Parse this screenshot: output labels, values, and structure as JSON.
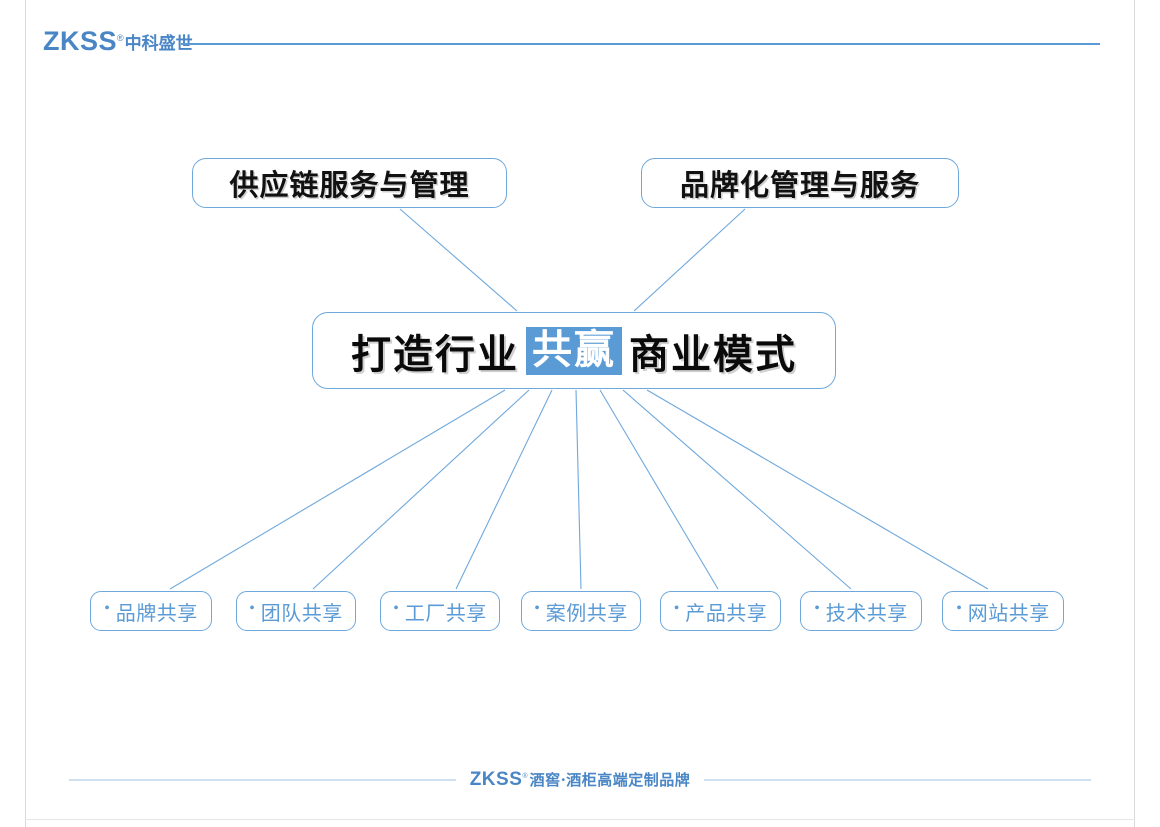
{
  "header": {
    "logo_latin": "ZKSS",
    "logo_reg": "®",
    "logo_cn": "中科盛世"
  },
  "diagram": {
    "top_nodes": [
      {
        "label": "供应链服务与管理"
      },
      {
        "label": "品牌化管理与服务"
      }
    ],
    "center_node": {
      "prefix": "打造行业",
      "highlight": "共赢",
      "suffix": "商业模式",
      "full_text": "打造行业共赢商业模式"
    },
    "leaf_nodes": [
      {
        "bullet": "•",
        "label": "品牌共享"
      },
      {
        "bullet": "•",
        "label": "团队共享"
      },
      {
        "bullet": "•",
        "label": "工厂共享"
      },
      {
        "bullet": "•",
        "label": "案例共享"
      },
      {
        "bullet": "•",
        "label": "产品共享"
      },
      {
        "bullet": "•",
        "label": "技术共享"
      },
      {
        "bullet": "•",
        "label": "网站共享"
      }
    ]
  },
  "footer": {
    "brand_latin": "ZKSS",
    "brand_reg": "®",
    "brand_cn": "酒窖·酒柜高端定制品牌"
  },
  "colors": {
    "accent_blue": "#5b9bd5",
    "logo_blue": "#4a86c5",
    "border_blue": "#6fa8dc",
    "footer_rule": "#cfe0f0",
    "text_black": "#0a0a0a",
    "page_white": "#ffffff"
  }
}
